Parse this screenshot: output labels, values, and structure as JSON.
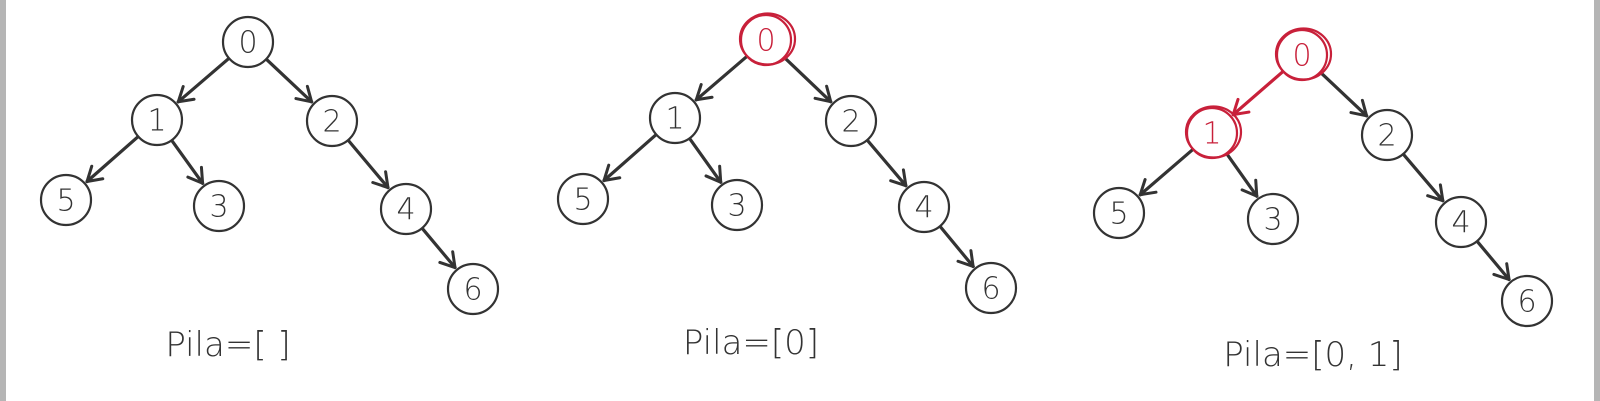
{
  "colors": {
    "ink": "#333333",
    "highlight": "#c8203a"
  },
  "tree": {
    "nodes": [
      {
        "id": "n0",
        "label": "0"
      },
      {
        "id": "n1",
        "label": "1"
      },
      {
        "id": "n2",
        "label": "2"
      },
      {
        "id": "n5",
        "label": "5"
      },
      {
        "id": "n3",
        "label": "3"
      },
      {
        "id": "n4",
        "label": "4"
      },
      {
        "id": "n6",
        "label": "6"
      }
    ],
    "edges": [
      {
        "from": "n0",
        "to": "n1"
      },
      {
        "from": "n0",
        "to": "n2"
      },
      {
        "from": "n1",
        "to": "n5"
      },
      {
        "from": "n1",
        "to": "n3"
      },
      {
        "from": "n2",
        "to": "n4"
      },
      {
        "from": "n4",
        "to": "n6"
      }
    ]
  },
  "panels": [
    {
      "caption": "Pila=[ ]",
      "highlight_nodes": [],
      "highlight_edges": []
    },
    {
      "caption": "Pila=[0]",
      "highlight_nodes": [
        "n0"
      ],
      "highlight_edges": []
    },
    {
      "caption": "Pila=[0, 1]",
      "highlight_nodes": [
        "n0",
        "n1"
      ],
      "highlight_edges": [
        "n0-n1"
      ]
    }
  ]
}
